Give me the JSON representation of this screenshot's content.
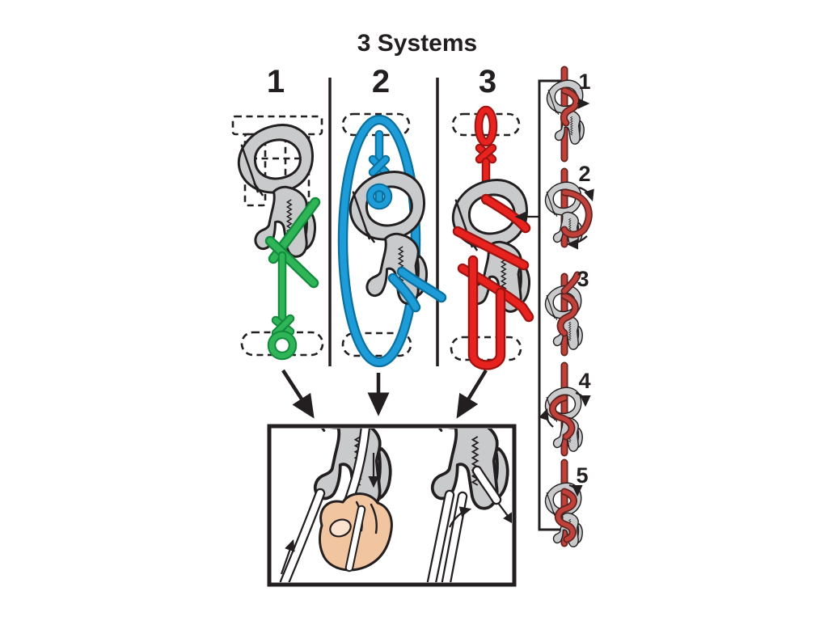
{
  "title": "3 Systems",
  "systems": [
    {
      "label": "1",
      "rope_color": "#2fb457",
      "rope_outline": "#128a3c",
      "rope_name": "green"
    },
    {
      "label": "2",
      "rope_color": "#1e9cd7",
      "rope_outline": "#0b6f9e",
      "rope_name": "blue"
    },
    {
      "label": "3",
      "rope_color": "#e8231f",
      "rope_outline": "#9c1411",
      "rope_name": "red"
    }
  ],
  "side_steps": [
    {
      "label": "1"
    },
    {
      "label": "2"
    },
    {
      "label": "3"
    },
    {
      "label": "4"
    },
    {
      "label": "5"
    }
  ],
  "colors": {
    "background": "#ffffff",
    "text": "#231f20",
    "device-fill": "#c9cacc",
    "device-outline": "#231f20",
    "step-rope": "#c0403a",
    "step-rope-o": "#5f2320",
    "hand": "#f2c5a1",
    "nail": "#fbe3cf",
    "white-rope": "#ffffff",
    "box-border": "#231f20"
  }
}
